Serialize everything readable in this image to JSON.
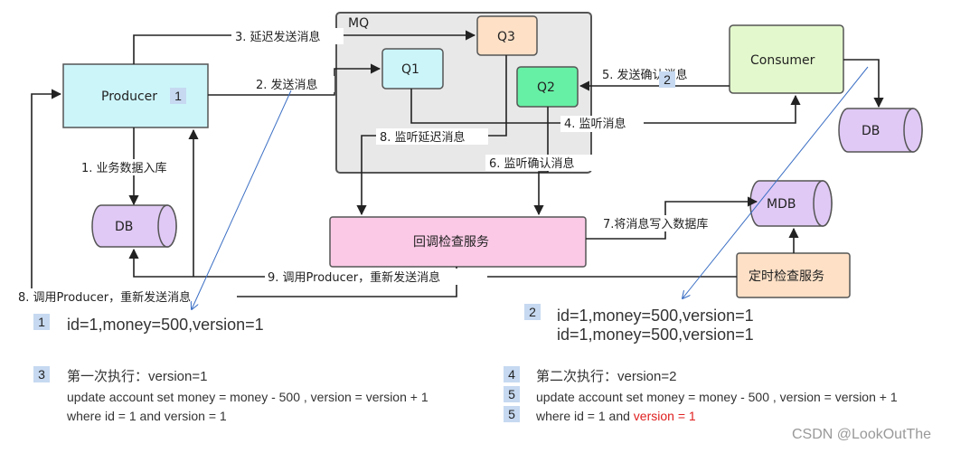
{
  "nodes": {
    "producer": "Producer",
    "mq": "MQ",
    "q1": "Q1",
    "q2": "Q2",
    "q3": "Q3",
    "consumer": "Consumer",
    "db_left": "DB",
    "db_right": "DB",
    "mdb": "MDB",
    "callback_service": "回调检查服务",
    "timer_service": "定时检查服务"
  },
  "edges": {
    "e1": "1. 业务数据入库",
    "e2": "2. 发送消息",
    "e3": "3. 延迟发送消息",
    "e4": "4. 监听消息",
    "e5": "5. 发送确认消息",
    "e6": "6. 监听确认消息",
    "e7": "7.将消息写入数据库",
    "e8a": "8. 监听延迟消息",
    "e8b": "8. 调用Producer，重新发送消息",
    "e9": "9. 调用Producer，重新发送消息"
  },
  "badges": {
    "producer": "1",
    "confirm": "2",
    "note1": "1",
    "note2": "2",
    "note3": "3",
    "note4": "4",
    "note5a": "5",
    "note5b": "5"
  },
  "notes": {
    "n1": "id=1,money=500,version=1",
    "n2_line1": "id=1,money=500,version=1",
    "n2_line2": "id=1,money=500,version=1",
    "n3_title": "第一次执行：version=1",
    "n3_line1": "update account set money = money - 500 , version = version + 1",
    "n3_line2": "where id = 1 and version = 1",
    "n4_title": "第二次执行：version=2",
    "n4_line1": "update account set money = money - 500 , version = version + 1",
    "n4_line2_prefix": "where id = 1 and ",
    "n4_line2_red": "version = 1"
  },
  "watermark": "CSDN @LookOutThe",
  "colors": {
    "producer_fill": "#ccf5fa",
    "q1_fill": "#ccf5fa",
    "q2_fill": "#66f0a5",
    "q3_fill": "#fde0c6",
    "consumer_fill": "#e3f8cc",
    "db_fill": "#e0c9f5",
    "callback_fill": "#fbc9e6",
    "timer_fill": "#fde0c6",
    "mq_fill": "#e8e8e8",
    "badge": "#c6d9f1",
    "emphasis": "#e02020",
    "annotation_line": "#3b6fc4"
  }
}
